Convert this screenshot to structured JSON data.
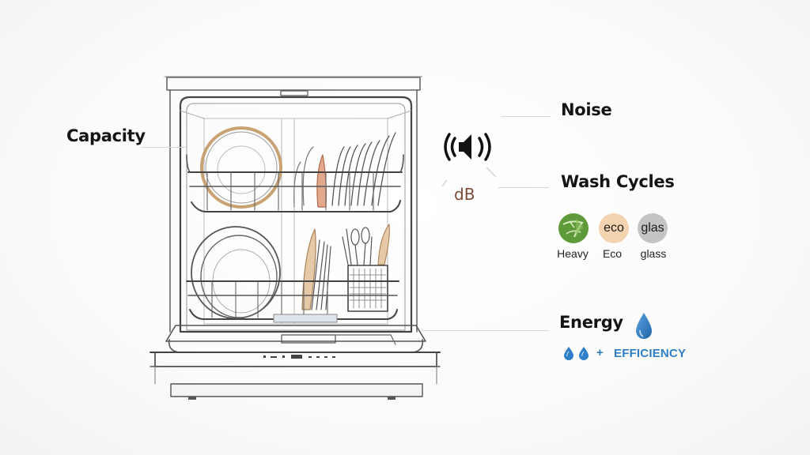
{
  "labels": {
    "capacity": "Capacity",
    "noise": "Noise",
    "wash_cycles": "Wash Cycles",
    "energy": "Energy"
  },
  "noise": {
    "icon": "speaker-sound-icon",
    "unit": "dB"
  },
  "wash_cycles": [
    {
      "icon_text": "",
      "label": "Heavy",
      "color": "#5f9a3a",
      "icon": "leaf-heavy-icon"
    },
    {
      "icon_text": "eco",
      "label": "Eco",
      "color": "#f3d3b0",
      "icon": "eco-icon"
    },
    {
      "icon_text": "glas",
      "label": "glass",
      "color": "#c4c4c6",
      "icon": "glass-icon"
    }
  ],
  "energy": {
    "icon": "water-drop-icon",
    "efficiency_text": "EFFICIENCY",
    "plus": "+",
    "accent_color": "#2e7fc8"
  },
  "illustration": {
    "subject": "dishwasher-sketch",
    "door_state": "open"
  }
}
